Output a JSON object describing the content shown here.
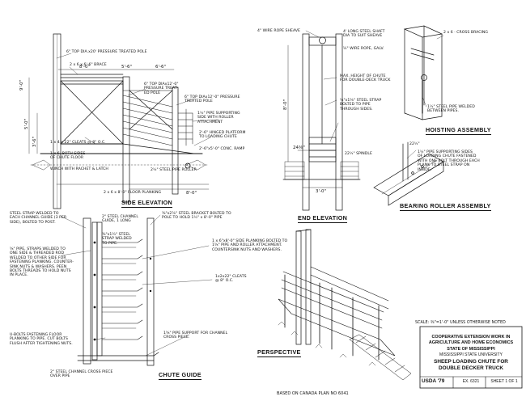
{
  "side_elevation": {
    "title": "SIDE ELEVATION",
    "labels": {
      "pole": "6\" TOP DIA.x20' PRESSURE TREATED POLE",
      "brace": "2 x 6 x 6'-6\" BRACE",
      "pole2": "6\" TOP DIAx12'-0\"\nPRESSURE TREAT-\nED POLE",
      "pole3": "6\" TOP DIAx12'-0\" PRESSURE\nTREATED POLE",
      "pipe_support": "1½\" PIPE SUPPORTING\nSIDE WITH ROLLER\nATTACHMENT",
      "platform": "2'-6\" HINGED PLATFORM\nTO LOADING CHUTE",
      "ramp": "2'-6\"x5'-0\" CONC. RAMP",
      "cleats": "1 x 4 x 22\" CLEATS @ 8\" O.C.",
      "gate": "1 x 6. BOTH SIDES\nOF CHUTE FLOOR",
      "latch": "WINCH WITH RACHET & LATCH",
      "roller": "2½\" STEEL PIPE ROLLER",
      "planking": "2 x 6 x 8'-0\" FLOOR PLANKING"
    },
    "dims": {
      "top1": "8'-0\"",
      "top2": "5'-6\"",
      "top3": "6'-6\"",
      "h1": "5'-0\"",
      "h2": "3'-6\"",
      "h3": "9'-0\"",
      "bottom": "8'-0\""
    }
  },
  "end_elevation": {
    "title": "END ELEVATION",
    "labels": {
      "sheave": "4\" WIRE ROPE SHEAVE",
      "shaft": "4' LONG STEEL SHAFT\nDIA TO SUIT SHEAVE",
      "rope": "¼\" WIRE ROPE, GALV.",
      "max_height": "MAX. HEIGHT OF CHUTE\nFOR DOUBLE-DECK TRUCK",
      "strap": "¼\"x1⅝\" STEEL STRAP\nBOLTED TO PIPE\nTHROUGH SIDES.",
      "spindle": "22½\" SPINDLE"
    },
    "dims": {
      "h": "8'-0\"",
      "w1": "24⅜\"",
      "bottom": "3'-0\""
    }
  },
  "hoisting_assembly": {
    "title": "HOISTING ASSEMBLY",
    "labels": {
      "bracing": "2 x 6 · CROSS BRACING",
      "pipe": "1½\" STEEL PIPE WELDED\nBETWEEN PIPES."
    }
  },
  "bearing_roller": {
    "title": "BEARING ROLLER ASSEMBLY",
    "labels": {
      "dim": "22½\"",
      "pipe": "1½\" PIPE SUPPORTING SIDES\nOF LOADING CHUTE FASTENED\nWITH ONE BOLT THROUGH EACH\nPLANK TO STEEL STRAP ON\nINSIDE."
    }
  },
  "chute_guide": {
    "title": "CHUTE GUIDE",
    "labels": {
      "strap": "STEEL STRAP WELDED TO\nEACH CHANNEL GUIDE (3 PER\nSIDE), BOLTED TO POST.",
      "bolts": "⅝\" PIPE, STRAPS WELDED TO\nONE SIDE & THREADED ROD\nWELDED TO OTHER SIDE FOR\nFASTENING PLANKING. COUNTER-\nSINK NUTS & WASHERS. PEEN\nBOLTS THREADS TO HOLD NUTS\nIN PLACE.",
      "channel": "2\" STEEL CHANNEL\nGUIDE, 1 LONG",
      "strap2": "⅜\"x1¼\" STEEL\nSTRAP WELDED\nTO PIPE.",
      "ubolts": "U-BOLTS FASTENING FLOOR\nPLANKING TO PIPE. CUT BOLTS\nFLUSH AFTER TIGHTENING NUTS.",
      "channel2": "2\" STEEL CHANNEL CROSS PIECE\nOVER PIPE",
      "bracket": "⅜\"x2⅞\" STEEL BRACKET BOLTED TO\nPOLE TO HOLD 1½\" x 8'-0\" PIPE",
      "side_plank": "1 x 6\"x8'-0\" SIDE PLANKING BOLTED TO\n1⅝\" PIPE AND ROLLER ATTACHMENT.\nCOUNTERSINK NUTS AND WASHERS.",
      "cleats": "1x2x22\" CLEATS\n@ 8\" O.C.",
      "support": "1⅝\" PIPE SUPPORT FOR CHANNEL\nCROSS PIECE."
    }
  },
  "perspective": {
    "title": "PERSPECTIVE"
  },
  "notes": {
    "scale": "SCALE: ⅜\"=1'-0\" UNLESS OTHERWISE NOTED"
  },
  "title_block": {
    "line1": "COOPERATIVE EXTENSION WORK IN",
    "line2": "AGRICULTURE AND HOME ECONOMICS",
    "line3": "STATE OF MISSISSIPPI",
    "line4": "MISSISSIPPI STATE UNIVERSITY",
    "line5": "SHEEP LOADING CHUTE FOR",
    "line6": "DOUBLE DECKER TRUCK",
    "code": "USDA '79",
    "ex": "EX. 6321",
    "sheet": "SHEET 1 OF 1"
  },
  "footer": {
    "based_on": "BASED ON CANADA PLAN NO 6041"
  }
}
